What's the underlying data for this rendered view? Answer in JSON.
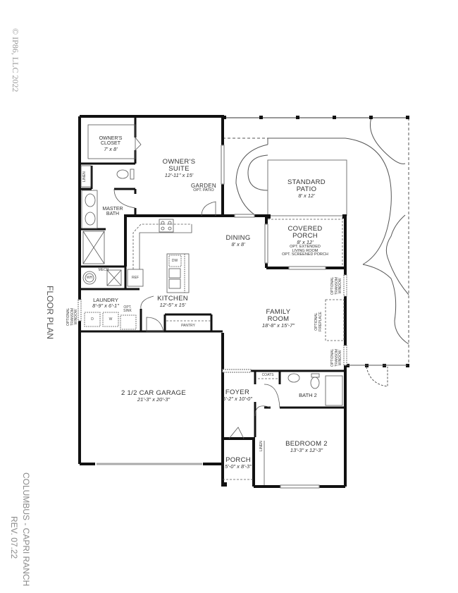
{
  "copyright": "© IP86, LLC 2022",
  "plan_title": "FLOOR PLAN",
  "plan_name": "COLUMBUS - CAPRI RANCH",
  "revision": "REV. 07.22",
  "rooms": {
    "owners_closet": {
      "name": "OWNER'S CLOSET",
      "line1": "OWNER'S",
      "line2": "CLOSET",
      "size": "7' x 8'"
    },
    "owners_suite": {
      "line1": "OWNER'S",
      "line2": "SUITE",
      "size": "12'-11\" x 15'"
    },
    "garden": {
      "name": "GARDEN",
      "note": "OPT. PATIO"
    },
    "master_bath": {
      "line1": "MASTER",
      "line2": "BATH"
    },
    "standard_patio": {
      "line1": "STANDARD",
      "line2": "PATIO",
      "size": "8' x 12'"
    },
    "dining": {
      "name": "DINING",
      "size": "8' x 8'"
    },
    "covered_porch": {
      "line1": "COVERED",
      "line2": "PORCH",
      "size": "8' x 12'",
      "note1": "OPT. EXTENDED",
      "note2": "LIVING ROOM",
      "note3": "OPT. SCREENED PORCH"
    },
    "kitchen": {
      "name": "KITCHEN",
      "size": "12'-5\" x 15'"
    },
    "laundry": {
      "name": "LAUNDRY",
      "size": "8'-9\" x 6'-1\""
    },
    "family_room": {
      "line1": "FAMILY",
      "line2": "ROOM",
      "size": "18'-8\" x 15'-7\""
    },
    "garage": {
      "name": "2 1/2 CAR GARAGE",
      "size": "21'-3\" x 20'-3\""
    },
    "foyer": {
      "name": "FOYER",
      "size": "5'-2\" x 10'-0\""
    },
    "bath2": {
      "name": "BATH 2"
    },
    "bedroom2": {
      "name": "BEDROOM 2",
      "size": "13'-3\" x 12'-3\""
    },
    "porch": {
      "name": "PORCH",
      "size": "5'-0\" x 8'-3\""
    }
  },
  "fixtures": {
    "linen": "LINEN",
    "mech": "MECH",
    "wh": "WH",
    "ref": "REF",
    "dw": "DW",
    "pantry": "PANTRY",
    "dryer": "D",
    "washer": "W",
    "opt_sink_1": "OPT.",
    "opt_sink_2": "SINK",
    "coats": "COATS",
    "linen2": "LINEN"
  },
  "optional_labels": {
    "transom_window": [
      "OPTIONAL",
      "TRANSOM",
      "WINDOW"
    ],
    "fireplace": [
      "OPTIONAL",
      "FIREPLACE"
    ]
  },
  "colors": {
    "wall": "#111111",
    "line": "#555555",
    "text": "#333333",
    "side_text": "#999999"
  }
}
